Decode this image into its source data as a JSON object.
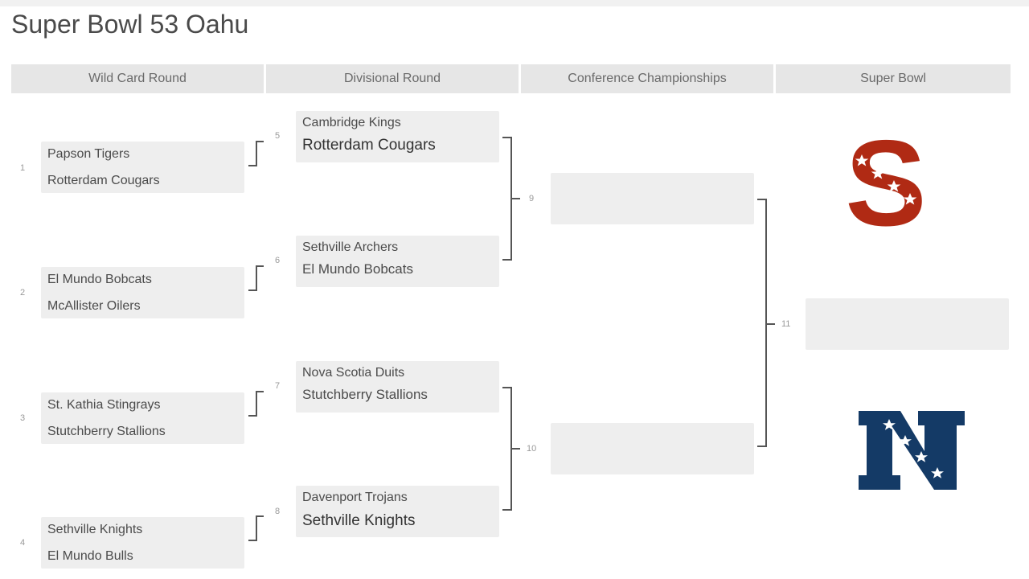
{
  "page": {
    "title": "Super Bowl 53 Oahu"
  },
  "rounds": [
    {
      "label": "Wild Card Round"
    },
    {
      "label": "Divisional Round"
    },
    {
      "label": "Conference Championships"
    },
    {
      "label": "Super Bowl"
    }
  ],
  "wildcard": [
    {
      "seed": "1",
      "team1": "Papson Tigers",
      "team2": "Rotterdam Cougars"
    },
    {
      "seed": "2",
      "team1": "El Mundo Bobcats",
      "team2": "McAllister Oilers"
    },
    {
      "seed": "3",
      "team1": "St. Kathia Stingrays",
      "team2": "Stutchberry Stallions"
    },
    {
      "seed": "4",
      "team1": "Sethville Knights",
      "team2": "El Mundo Bulls"
    }
  ],
  "divisional": [
    {
      "game": "5",
      "team1": "Cambridge Kings",
      "team2": "Rotterdam Cougars"
    },
    {
      "game": "6",
      "team1": "Sethville Archers",
      "team2": "El Mundo Bobcats"
    },
    {
      "game": "7",
      "team1": "Nova Scotia Duits",
      "team2": "Stutchberry Stallions"
    },
    {
      "game": "8",
      "team1": "Davenport Trojans",
      "team2": "Sethville Knights"
    }
  ],
  "conference": [
    {
      "game": "9"
    },
    {
      "game": "10"
    }
  ],
  "superbowl": {
    "game": "11"
  },
  "logos": {
    "top": {
      "letter": "S",
      "color": "#b02a14",
      "star_color": "#ffffff"
    },
    "bottom": {
      "letter": "N",
      "color": "#143a66",
      "star_color": "#ffffff"
    }
  }
}
